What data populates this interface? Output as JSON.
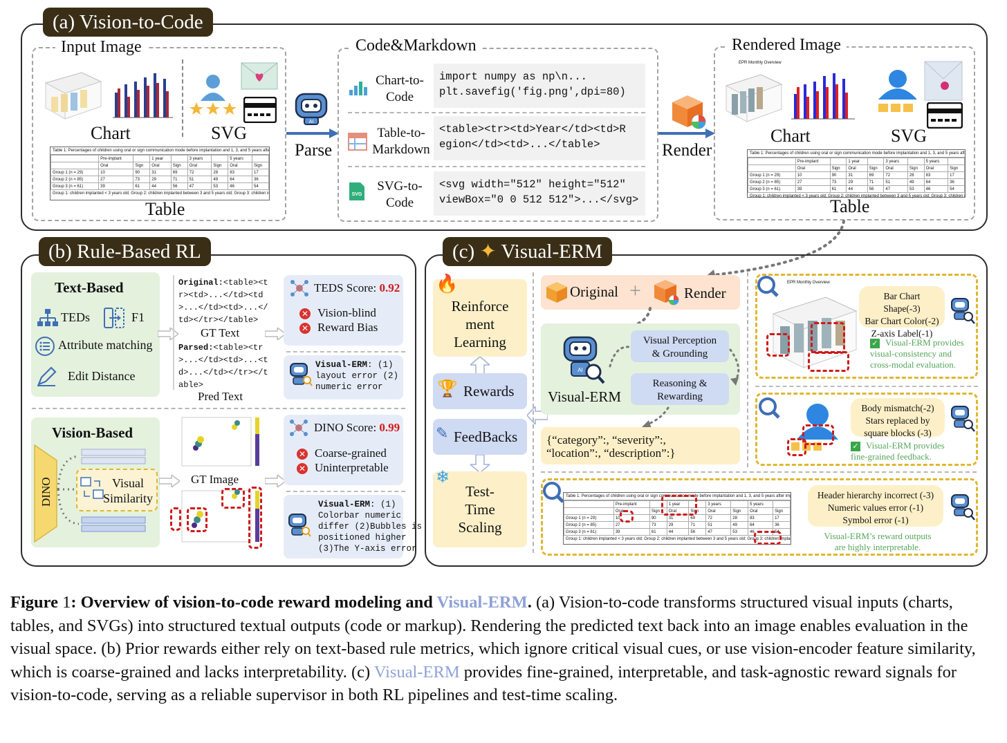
{
  "panel_a": {
    "tag": "(a) Vision-to-Code",
    "input_title": "Input Image",
    "chart": "Chart",
    "svg": "SVG",
    "table": "Table",
    "parse": "Parse",
    "code_title": "Code&Markdown",
    "rows": [
      {
        "label": "Chart-to-\nCode",
        "code": "import numpy as np\\n...\nplt.savefig('fig.png',dpi=80)"
      },
      {
        "label": "Table-to-\nMarkdown",
        "code": "<table><tr><td>Year</td><td>R\negion</td><td>...</table>"
      },
      {
        "label": "SVG-to-\nCode",
        "code": "<svg width=\"512\" height=\"512\"\nviewBox=\"0 0 512 512\">...</svg>"
      }
    ],
    "render": "Render",
    "rendered_title": "Rendered Image",
    "mini_chart_title": "EPR Monthly Overview"
  },
  "mini_table": {
    "caption": "Table 1: Percentages of children using oral or sign communication mode before implantation and 1, 3, and 5 years after implantation",
    "header1": [
      "",
      "Pre-implant",
      "",
      "1 year",
      "",
      "3 years",
      "",
      "5 years",
      ""
    ],
    "header2": [
      "",
      "Oral",
      "Sign",
      "Oral",
      "Sign",
      "Oral",
      "Sign",
      "Oral",
      "Sign"
    ],
    "rows": [
      [
        "Group 1 (n = 29)",
        "10",
        "90",
        "31",
        "69",
        "72",
        "28",
        "83",
        "17"
      ],
      [
        "Group 2 (n = 85)",
        "27",
        "73",
        "29",
        "71",
        "51",
        "49",
        "64",
        "36"
      ],
      [
        "Group 3 (n = 61)",
        "39",
        "61",
        "44",
        "56",
        "47",
        "53",
        "46",
        "54"
      ]
    ],
    "footnote": "Group 1: children implanted < 3 years old; Group 2: children implanted between 3 and 5 years old; Group 3: children implanted > 5 years old."
  },
  "panel_b": {
    "tag": "(b) Rule-Based RL",
    "text_based": "Text-Based",
    "teds": "TEDs",
    "f1": "F1",
    "attr": "Attribute matching",
    "edit": "Edit Distance",
    "original_label": "Original:",
    "original_code": "<table><t\nr><td>...</td><td\n>...</td><td>...</\ntd></tr></table>",
    "gt_text": "GT Text",
    "parsed_label": "Parsed:",
    "parsed_code": "<table><tr\n>...</td><td>...<t\nd>...</td></tr></t\nable>",
    "pred_text": "Pred Text",
    "teds_score_label": "TEDS Score: ",
    "teds_score": "0.92",
    "teds_cons": [
      "Vision-blind",
      "Reward Bias"
    ],
    "erm_label": "Visual-ERM",
    "erm_text1": ": (1)\nlayout error (2)\nnumeric error",
    "vision_based": "Vision-Based",
    "dino": "DINO",
    "visual_similarity": "Visual\nSimilarity",
    "gt_image": "GT Image",
    "dino_score_label": "DINO Score: ",
    "dino_score": "0.99",
    "dino_cons": [
      "Coarse-grained",
      "Uninterpretable"
    ],
    "erm_text2": ": (1)\nColorbar numeric\ndiffer (2)Bubbles is\npositioned higher\n(3)The Y-axis error"
  },
  "panel_c": {
    "tag": "(c)",
    "tag_name": "Visual-ERM",
    "rl": "Reinforce\nment\nLearning",
    "rewards": "Rewards",
    "feedbacks": "FeedBacks",
    "tts": "Test-\nTime\nScaling",
    "original": "Original",
    "plus": "+",
    "render": "Render",
    "erm": "Visual-ERM",
    "perception": "Visual Perception\n& Grounding",
    "reasoning": "Reasoning &\nRewarding",
    "json_out": "{“category”:, “severity”:,\n“location”:, “description”:}",
    "ex1_speech": "Bar Chart Shape(-3)\nBar Chart Color(-2)\nZ-axis Label(-1)",
    "ex1_note": "Visual-ERM provides\nvisual-consistency and\ncross-modal evaluation.",
    "ex2_speech": "Body mismatch(-2)\nStars replaced by\nsquare blocks (-3)",
    "ex2_note": "Visual-ERM provides\nfine-grained feedback.",
    "ex3_speech": "Header hierarchy incorrect (-3)\nNumeric values error (-1)\nSymbol error (-1)",
    "ex3_note": "Visual-ERM’s reward outputs\nare highly interpretable."
  },
  "caption": {
    "figure": "Figure",
    "num": " 1",
    "title": ": Overview of vision-to-code reward modeling and ",
    "title_blue": "Visual-ERM",
    "dot": ".",
    "body1": " (a) Vision-to-code transforms structured visual inputs (charts, tables, and SVGs) into structured textual outputs (code or markup). Rendering the predicted text back into an image enables evaluation in the visual space. (b) Prior rewards either rely on text-based rule metrics, which ignore critical visual cues, or use vision-encoder feature similarity, which is coarse-grained and lacks interpretability. (c) ",
    "body_blue": "Visual-ERM",
    "body2": " provides fine-grained, interpretable, and task-agnostic reward signals for vision-to-code, serving as a reliable supervisor in both RL pipelines and test-time scaling."
  },
  "colors": {
    "tag_bg": "#3a2e17",
    "green_panel": "#e4f1dd",
    "blue_box": "#e6ecf7",
    "yellow_box": "#fdf0c8",
    "red": "#d21919",
    "accent_blue": "#8ea2d6"
  }
}
